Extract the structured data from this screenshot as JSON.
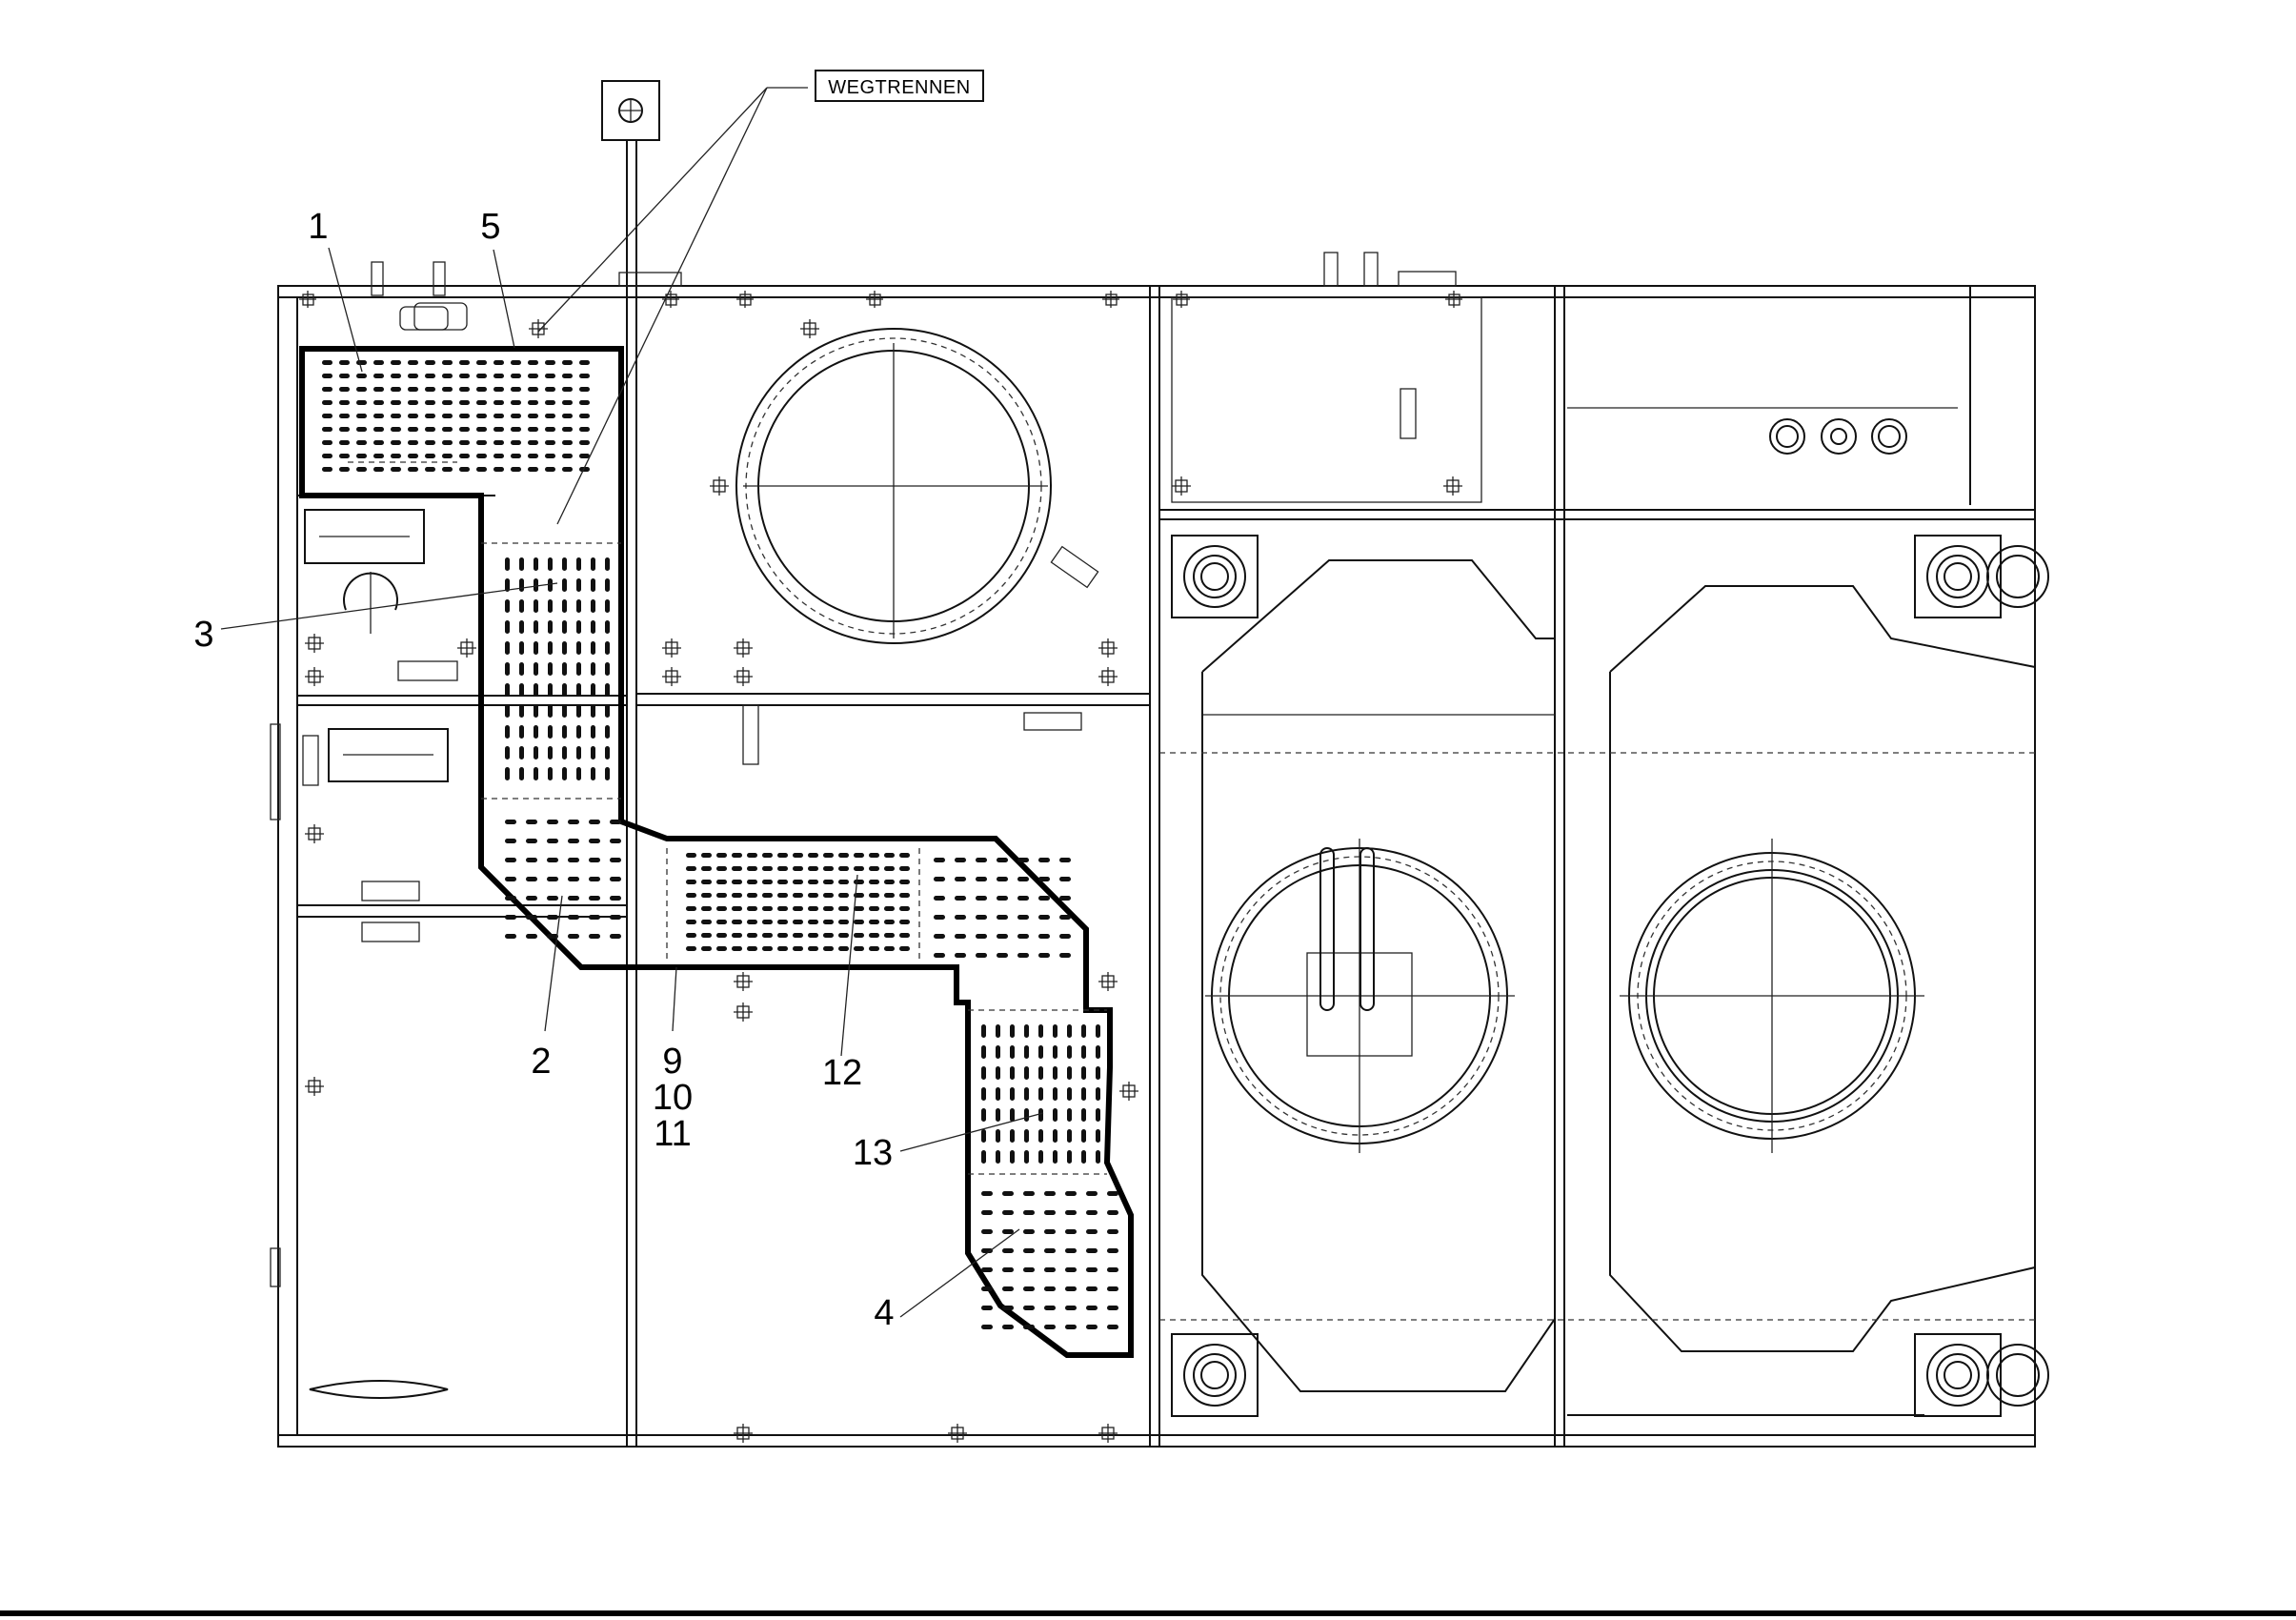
{
  "annotation": {
    "tag": "WEGTRENNEN"
  },
  "callouts": [
    {
      "id": "c1",
      "label": "1"
    },
    {
      "id": "c5",
      "label": "5"
    },
    {
      "id": "c3",
      "label": "3"
    },
    {
      "id": "c2",
      "label": "2"
    },
    {
      "id": "c9",
      "label": "9"
    },
    {
      "id": "c10",
      "label": "10"
    },
    {
      "id": "c11",
      "label": "11"
    },
    {
      "id": "c12",
      "label": "12"
    },
    {
      "id": "c13",
      "label": "13"
    },
    {
      "id": "c4",
      "label": "4"
    }
  ]
}
